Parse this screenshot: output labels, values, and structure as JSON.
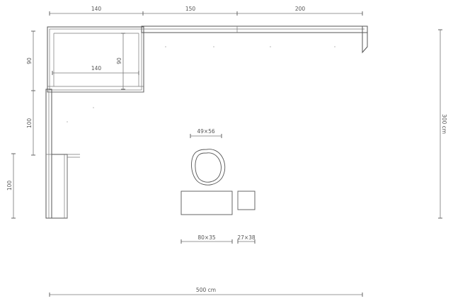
{
  "dimensions": {
    "top_left": "140",
    "top_middle": "150",
    "top_right": "200",
    "inner_width": "140",
    "left_upper": "90",
    "inner_height": "90",
    "left_middle": "100",
    "left_lower": "100",
    "right_total": "300 cm",
    "bottom_total": "500 cm",
    "pouf": "49×56",
    "table": "80×35",
    "side_table": "27×38"
  },
  "colors": {
    "line": "#555555",
    "dimension": "#777777",
    "background": "#ffffff"
  }
}
